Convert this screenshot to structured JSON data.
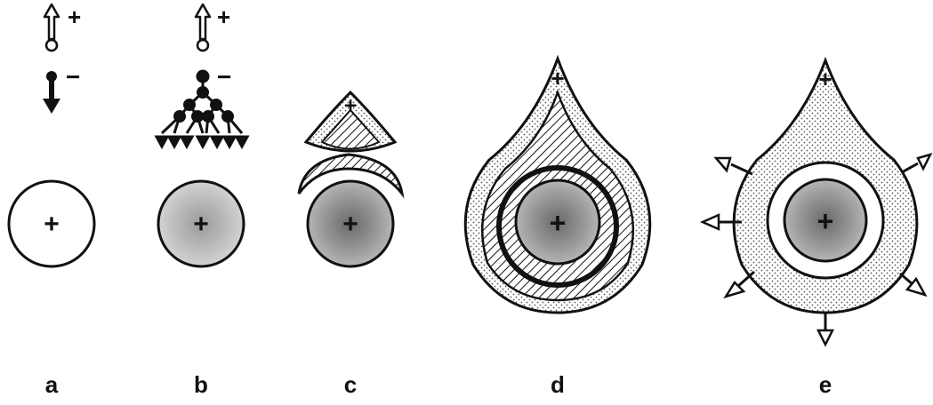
{
  "panels": [
    {
      "label": "a",
      "top_sign": "+",
      "bottom_sign": "−",
      "core_sign": "+"
    },
    {
      "label": "b",
      "top_sign": "+",
      "bottom_sign": "−",
      "core_sign": "+"
    },
    {
      "label": "c",
      "top_sign": "+",
      "core_sign": "+"
    },
    {
      "label": "d",
      "top_sign": "+",
      "core_sign": "+"
    },
    {
      "label": "e",
      "top_sign": "+",
      "core_sign": "+"
    }
  ],
  "colors": {
    "ink": "#111111",
    "background": "#ffffff",
    "core_fill": "#b9b9b9",
    "stipple": "#bdbdbd"
  }
}
